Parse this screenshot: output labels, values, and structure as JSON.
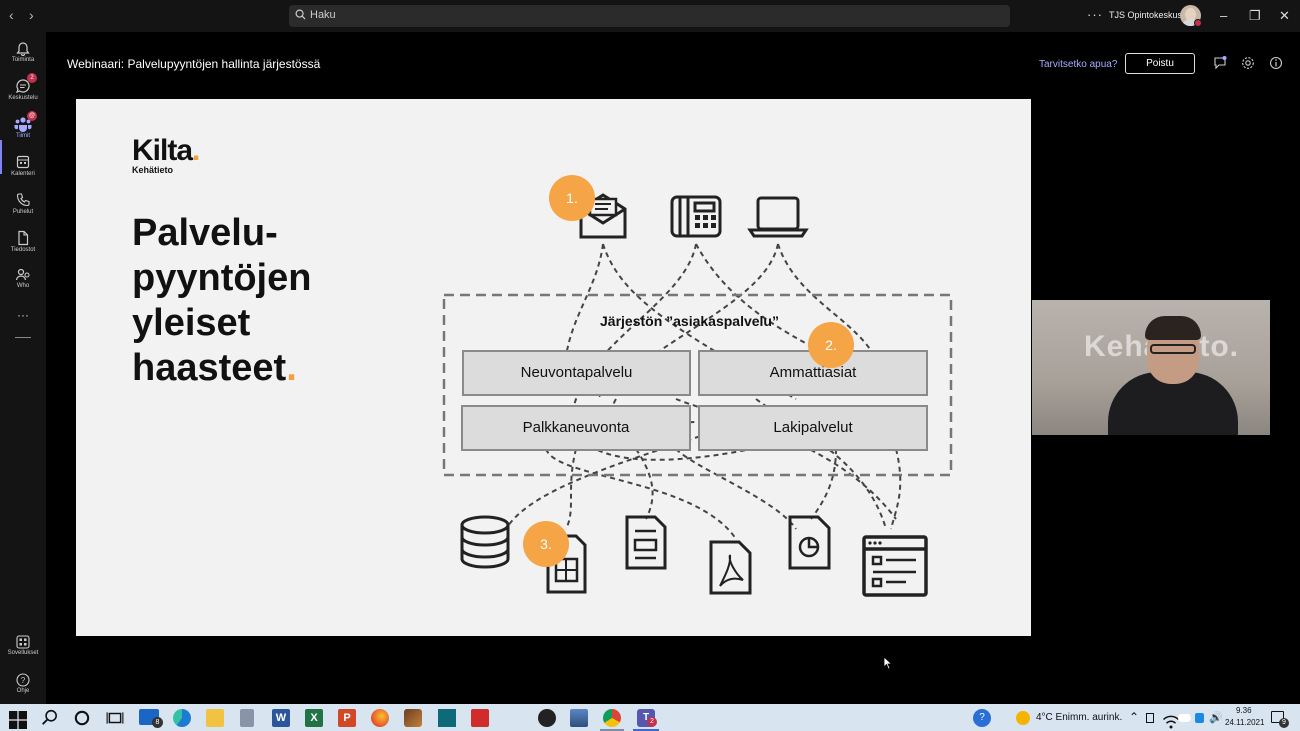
{
  "titlebar": {
    "search_placeholder": "Haku",
    "more": "···",
    "org_name": "TJS Opintokeskus"
  },
  "rail": {
    "items": [
      {
        "label": "Toiminta",
        "icon": "bell-icon"
      },
      {
        "label": "Keskustelu",
        "icon": "chat-icon",
        "badge": "2"
      },
      {
        "label": "Tiimit",
        "icon": "teams-icon",
        "badge": "@"
      },
      {
        "label": "Kalenteri",
        "icon": "calendar-icon"
      },
      {
        "label": "Puhelut",
        "icon": "phone-icon"
      },
      {
        "label": "Tiedostot",
        "icon": "file-icon"
      },
      {
        "label": "Who",
        "icon": "who-icon"
      }
    ],
    "more": "···",
    "apps_label": "Sovellukset",
    "help_label": "Ohje"
  },
  "meeting": {
    "title": "Webinaari: Palvelupyyntöjen hallinta järjestössä",
    "help_link": "Tarvitsetko apua?",
    "leave_button": "Poistu"
  },
  "slide": {
    "logo": "Kilta",
    "logo_dot": ".",
    "logo_sub": "Kehätieto",
    "heading_lines": [
      "Palvelu-",
      "pyyntöjen",
      "yleiset",
      "haasteet"
    ],
    "heading_dot": ".",
    "diagram_label": "Järjestön ”asiakaspalvelu”",
    "services": [
      "Neuvontapalvelu",
      "Ammattiasiat",
      "Palkkaneuvonta",
      "Lakipalvelut"
    ],
    "steps": [
      "1.",
      "2.",
      "3."
    ]
  },
  "camera": {
    "watermark": "Kehätieto."
  },
  "taskbar": {
    "weather": "4°C  Enimm. aurink.",
    "time": "9.36",
    "date": "24.11.2021",
    "mail_badge": "8",
    "teams_badge": "2",
    "notif_badge": "9"
  },
  "colors": {
    "accent": "#7f85f5",
    "step_orange": "#f5a545",
    "badge_red": "#c4314b",
    "taskbar": "#d9e4f1"
  }
}
